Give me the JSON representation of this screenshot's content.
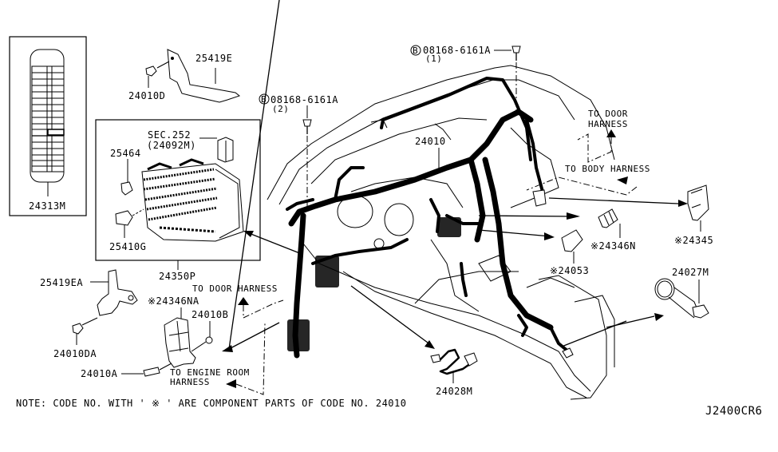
{
  "diagram": {
    "code": "J2400CR6",
    "note": "NOTE: CODE NO. WITH ' ※ ' ARE COMPONENT PARTS OF CODE NO. 24010",
    "labels": {
      "p24313M": "24313M",
      "p25419E": "25419E",
      "p24010D": "24010D",
      "sec252": "SEC.252",
      "p24092M": "(24092M)",
      "p25464": "25464",
      "p25410G": "25410G",
      "p24350P": "24350P",
      "p25419EA": "25419EA",
      "p24346NA": "※24346NA",
      "p24010B": "24010B",
      "p24010DA": "24010DA",
      "p24010A": "24010A",
      "bolt2": "08168-6161A",
      "bolt2_qty": "(2)",
      "bolt1": "08168-6161A",
      "bolt1_qty": "(1)",
      "bolt_mark": "B",
      "p24010": "24010",
      "to_door_harness_top_1": "TO DOOR",
      "to_door_harness_top_2": "HARNESS",
      "to_body_harness": "TO BODY HARNESS",
      "p24345": "※24345",
      "p24346N": "※24346N",
      "p24053": "※24053",
      "p24027M": "24027M",
      "to_door_harness_left": "TO DOOR HARNESS",
      "to_engine_room_1": "TO ENGINE ROOM",
      "to_engine_room_2": "HARNESS",
      "p24028M": "24028M"
    }
  }
}
